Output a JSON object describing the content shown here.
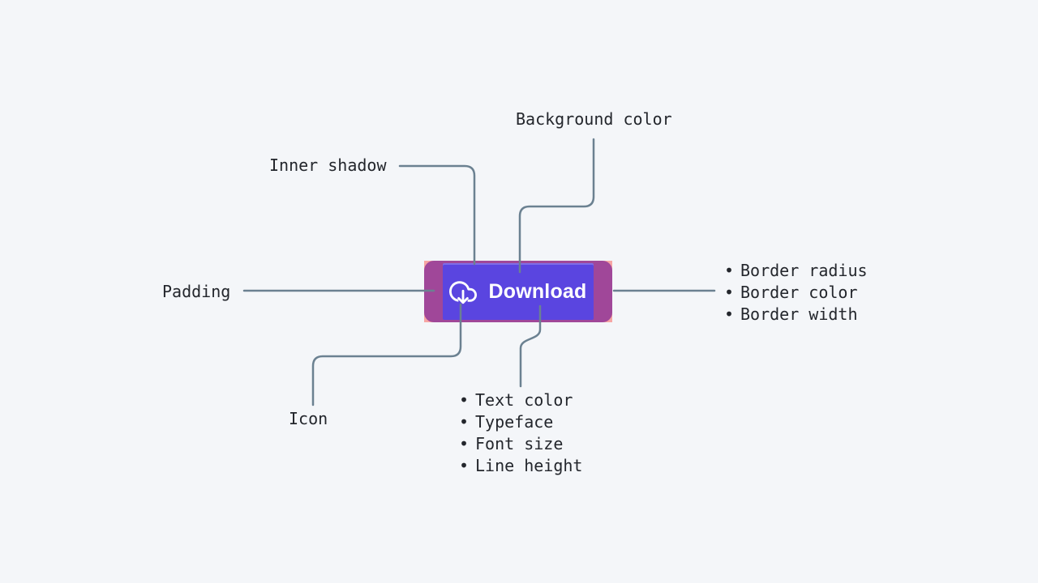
{
  "diagram": {
    "description": "Anatomy of a Download button",
    "annotations": {
      "background_color_label": "Background color",
      "inner_shadow_label": "Inner shadow",
      "padding_label": "Padding",
      "icon_label": "Icon"
    },
    "lists": {
      "bullet": "•",
      "border": {
        "items": [
          "Border radius",
          "Border color",
          "Border width"
        ]
      },
      "text": {
        "items": [
          "Text color",
          "Typeface",
          "Font size",
          "Line height"
        ]
      }
    },
    "button": {
      "label": "Download",
      "icon": "cloud-arrow-down-icon"
    }
  },
  "colors": {
    "page-bg": "#f4f6f9",
    "label-text": "#23262c",
    "connector": "#6b8191",
    "button-bg": "#5a45e0",
    "button-text": "#ffffff",
    "padding-bg": "#a04799",
    "corner-bg": "#f7a6a4"
  }
}
